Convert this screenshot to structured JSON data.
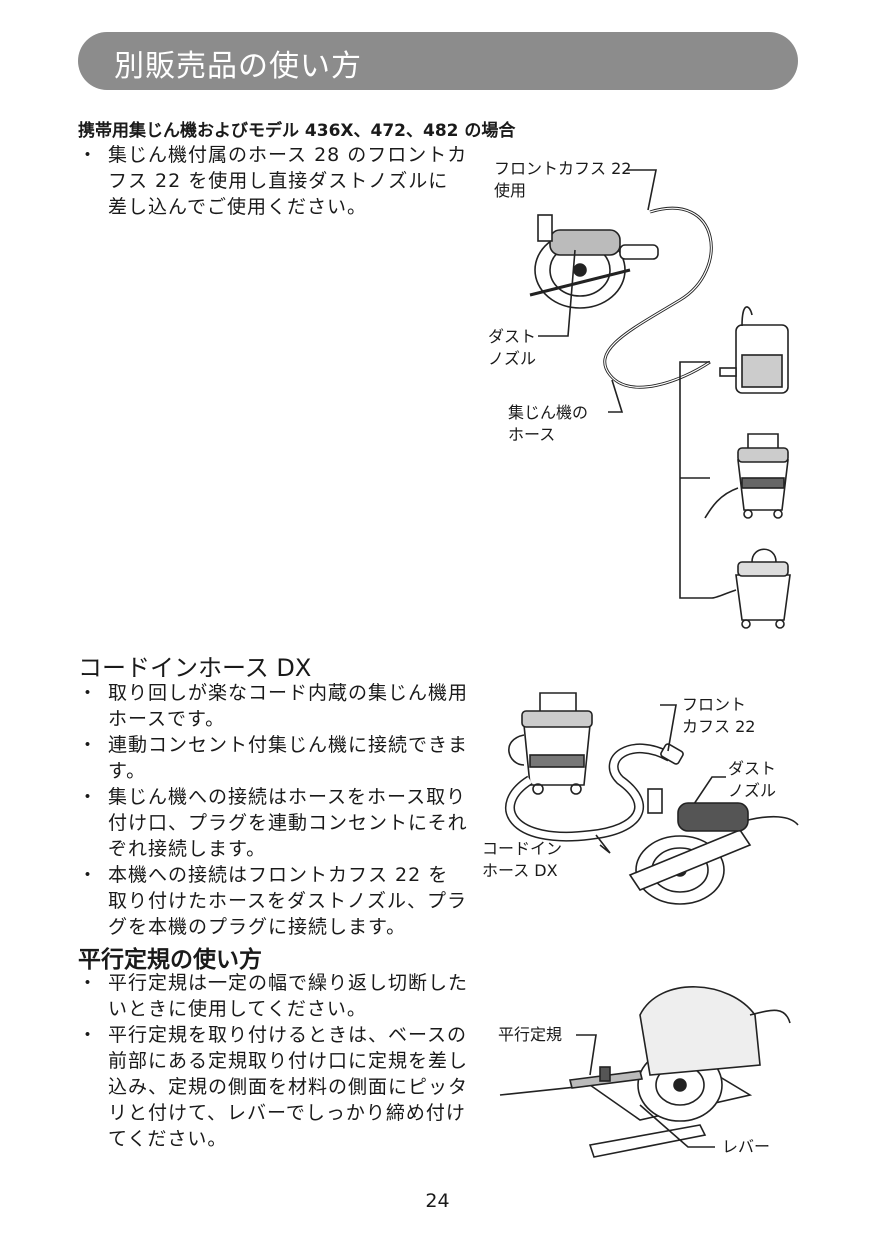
{
  "page_title": "別販売品の使い方",
  "section1": {
    "heading": "携帯用集じん機およびモデル 436X、472、482 の場合",
    "bullets": [
      "集じん機付属のホース 28 のフロントカフス 22 を使用し直接ダストノズルに差し込んでご使用ください。"
    ],
    "labels": {
      "front_cuff": "フロントカフス 22\n使用",
      "dust_nozzle": "ダスト\nノズル",
      "hose": "集じん機の\nホース"
    }
  },
  "section2": {
    "heading": "コードインホース DX",
    "bullets": [
      "取り回しが楽なコード内蔵の集じん機用ホースです。",
      "連動コンセント付集じん機に接続できます。",
      "集じん機への接続はホースをホース取り付け口、プラグを連動コンセントにそれぞれ接続します。",
      "本機への接続はフロントカフス 22 を取り付けたホースをダストノズル、プラグを本機のプラグに接続します。"
    ],
    "labels": {
      "front_cuff": "フロント\nカフス 22",
      "dust_nozzle": "ダスト\nノズル",
      "cord_in_hose": "コードイン\nホース DX"
    }
  },
  "section3": {
    "heading": "平行定規の使い方",
    "bullets": [
      "平行定規は一定の幅で繰り返し切断したいときに使用してください。",
      "平行定規を取り付けるときは、ベースの前部にある定規取り付け口に定規を差し込み、定規の側面を材料の側面にピッタリと付けて、レバーでしっかり締め付けてください。"
    ],
    "labels": {
      "guide": "平行定規",
      "lever": "レバー"
    }
  },
  "page_number": "24"
}
